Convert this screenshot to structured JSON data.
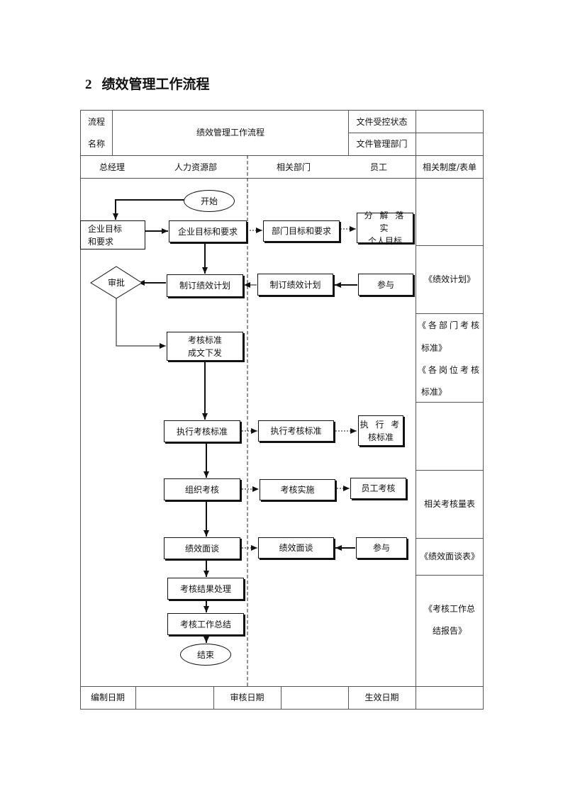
{
  "heading": {
    "number": "2",
    "text": "绩效管理工作流程"
  },
  "header": {
    "flow_label_1": "流程",
    "flow_label_2": "名称",
    "flow_name": "绩效管理工作流程",
    "doc_status_label": "文件受控状态",
    "doc_dept_label": "文件管理部门"
  },
  "columns": {
    "gm": "总经理",
    "hr": "人力资源部",
    "dept": "相关部门",
    "staff": "员工",
    "forms": "相关制度/表单"
  },
  "nodes": {
    "start": "开始",
    "gm_targets_1": "企业目标",
    "gm_targets_2": "和要求",
    "hr_targets": "企业目标和要求",
    "dept_targets": "部门目标和要求",
    "staff_decompose_1": "分 解 落 实",
    "staff_decompose_2": "个人目标",
    "approve": "审批",
    "hr_plan": "制订绩效计划",
    "dept_plan": "制订绩效计划",
    "staff_join_1": "参与",
    "standards_1": "考核标准",
    "standards_2": "成文下发",
    "hr_execute": "执行考核标准",
    "dept_execute": "执行考核标准",
    "staff_execute_1": "执 行 考",
    "staff_execute_2": "核标准",
    "hr_organize": "组织考核",
    "dept_implement": "考核实施",
    "staff_assess": "员工考核",
    "hr_interview": "绩效面谈",
    "dept_interview": "绩效面谈",
    "staff_join_2": "参与",
    "result_handle": "考核结果处理",
    "work_summary": "考核工作总结",
    "end": "结束"
  },
  "forms": {
    "plan": "《绩效计划》",
    "dept_std_1": "《各部门考核",
    "dept_std_2": "标准》",
    "pos_std_1": "《各岗位考核",
    "pos_std_2": "标准》",
    "scale": "相关考核量表",
    "interview": "《绩效面谈表》",
    "report_1": "《考核工作总",
    "report_2": "结报告》"
  },
  "footer": {
    "compiled_date": "编制日期",
    "reviewed_date": "审核日期",
    "effective_date": "生效日期"
  }
}
